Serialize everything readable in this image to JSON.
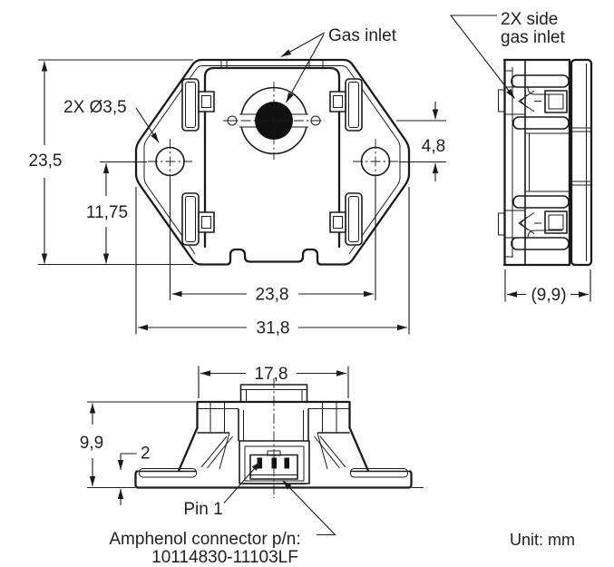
{
  "drawing": {
    "style": {
      "line_color": "#1a1a1a",
      "text_color": "#1f1f1f"
    },
    "dims": {
      "overall_height": "23,5",
      "hole_to_base": "11,75",
      "inlet_to_hole": "4,8",
      "hole_spacing": "23,8",
      "overall_width": "31,8",
      "depth": "(9,9)",
      "top_width": "17,8",
      "body_height": "9,9",
      "flange_thickness": "2"
    },
    "labels": {
      "gas_inlet": "Gas inlet",
      "side_inlet_1": "2X side",
      "side_inlet_2": "gas inlet",
      "holes": "2X Ø3,5",
      "pin1": "Pin 1",
      "connector_pn_1": "Amphenol connector p/n:",
      "connector_pn_2": "10114830-11103LF",
      "unit": "Unit: mm"
    }
  }
}
